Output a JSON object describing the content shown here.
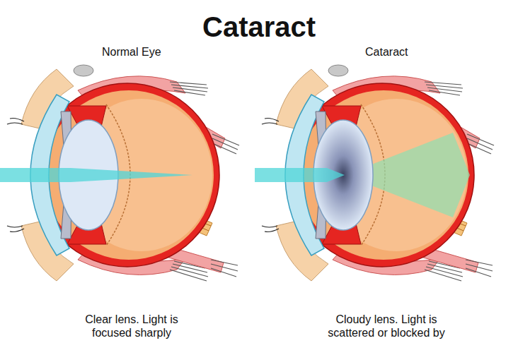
{
  "diagram": {
    "title": "Cataract",
    "labels": [
      "Normal Eye",
      "Cataract",
      "Clear lens. Light is focused sharply",
      "Cloudy lens. Light is scattered or blocked by"
    ]
  }
}
